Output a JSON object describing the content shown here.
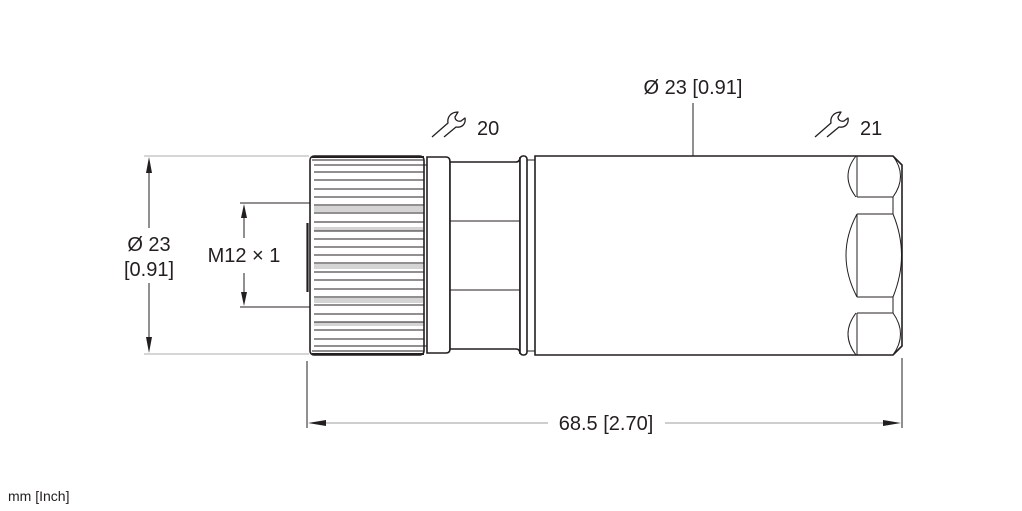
{
  "drawing": {
    "type": "technical dimension drawing",
    "subject": "M12 connector, female, straight",
    "units_label": "mm [Inch]",
    "dimensions": {
      "outer_diameter_coupling": {
        "mm": "Ø 23",
        "inch": "[0.91]"
      },
      "thread": "M12 × 1",
      "body_diameter": "Ø 23 [0.91]",
      "wrench_size_coupling": "20",
      "wrench_size_body": "21",
      "overall_length": "68.5 [2.70]"
    },
    "icons": {
      "wrench_coupling": "wrench-icon",
      "wrench_body": "wrench-icon"
    }
  },
  "colors": {
    "outline": "#231f20",
    "extension_line": "#c8c8c8",
    "dimension_line": "#bdbdbd",
    "knurl_band": "#d4d4d4",
    "background": "#ffffff"
  }
}
